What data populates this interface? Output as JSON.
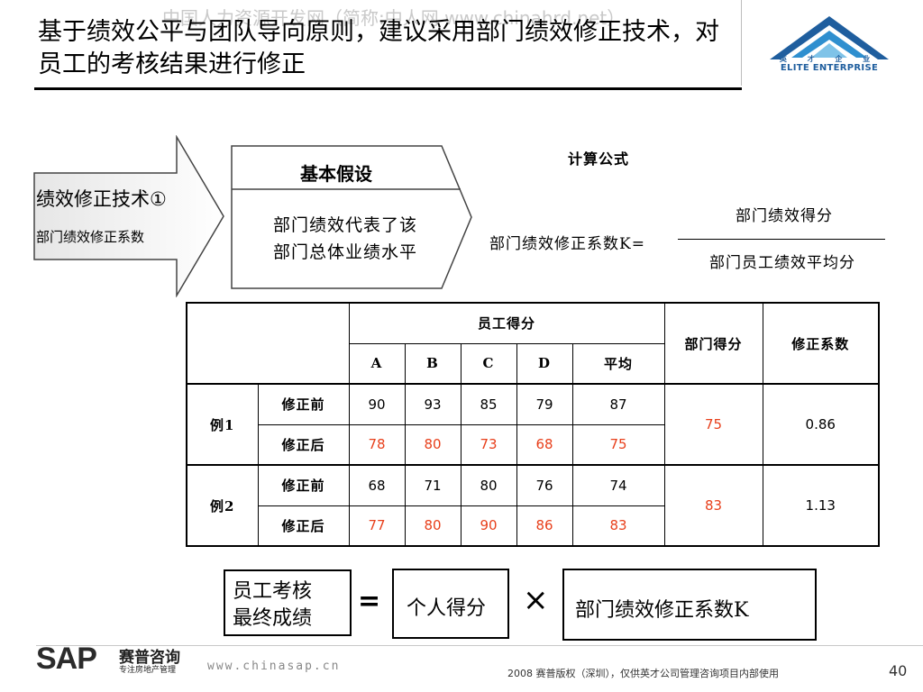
{
  "header": {
    "watermark": "中国人力资源开发网（简称:中人网 www.chinahrd.net）",
    "title": "基于绩效公平与团队导向原则，建议采用部门绩效修正技术，对员工的考核结果进行修正",
    "logo_cn": "英 才 企 业",
    "logo_text": "ELITE ENTERPRISE"
  },
  "arrow": {
    "title": "绩效修正技术①",
    "subtitle": "部门绩效修正系数"
  },
  "assumption": {
    "heading": "基本假设",
    "body_line1": "部门绩效代表了该",
    "body_line2": "部门总体业绩水平"
  },
  "formula": {
    "title": "计算公式",
    "lhs": "部门绩效修正系数K=",
    "numerator": "部门绩效得分",
    "denominator": "部门员工绩效平均分"
  },
  "table": {
    "header_employee": "员工得分",
    "header_dept": "部门得分",
    "header_coef": "修正系数",
    "columns": [
      "A",
      "B",
      "C",
      "D",
      "平均"
    ],
    "examples": [
      {
        "label": "例1",
        "before_label": "修正前",
        "before": [
          "90",
          "93",
          "85",
          "79",
          "87"
        ],
        "after_label": "修正后",
        "after": [
          "78",
          "80",
          "73",
          "68",
          "75"
        ],
        "dept_score": "75",
        "coef": "0.86"
      },
      {
        "label": "例2",
        "before_label": "修正前",
        "before": [
          "68",
          "71",
          "80",
          "76",
          "74"
        ],
        "after_label": "修正后",
        "after": [
          "77",
          "80",
          "90",
          "86",
          "83"
        ],
        "dept_score": "83",
        "coef": "1.13"
      }
    ]
  },
  "equation": {
    "employee_line1": "员工考核",
    "employee_line2": "最终成绩",
    "equals": "=",
    "individual": "个人得分",
    "times": "×",
    "dept_coef": "部门绩效修正系数K"
  },
  "footer": {
    "sap": "SAP",
    "sap_cn": "赛普咨询",
    "sap_cn_sub": "专注房地产管理",
    "url": "www.chinasap.cn",
    "copyright": "2008 赛普版权（深圳），仅供英才公司管理咨询项目内部使用",
    "page": "40"
  },
  "colors": {
    "accent_red": "#e8401c",
    "logo_blue": "#1f5e9e"
  }
}
